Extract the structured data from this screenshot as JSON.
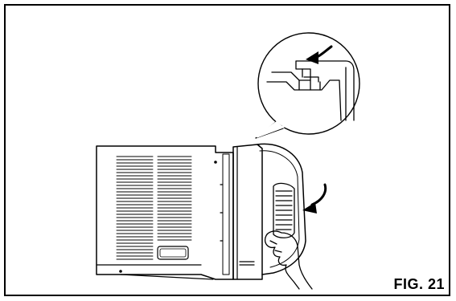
{
  "figure": {
    "label": "FIG. 21"
  },
  "illustration": {
    "subject": "air-conditioner-front-grille-installation",
    "parts": [
      "cabinet",
      "front-grille",
      "detail-callout",
      "hand",
      "rotation-arrow",
      "detail-arrow"
    ],
    "line_color": "#000000",
    "background_color": "#ffffff"
  }
}
